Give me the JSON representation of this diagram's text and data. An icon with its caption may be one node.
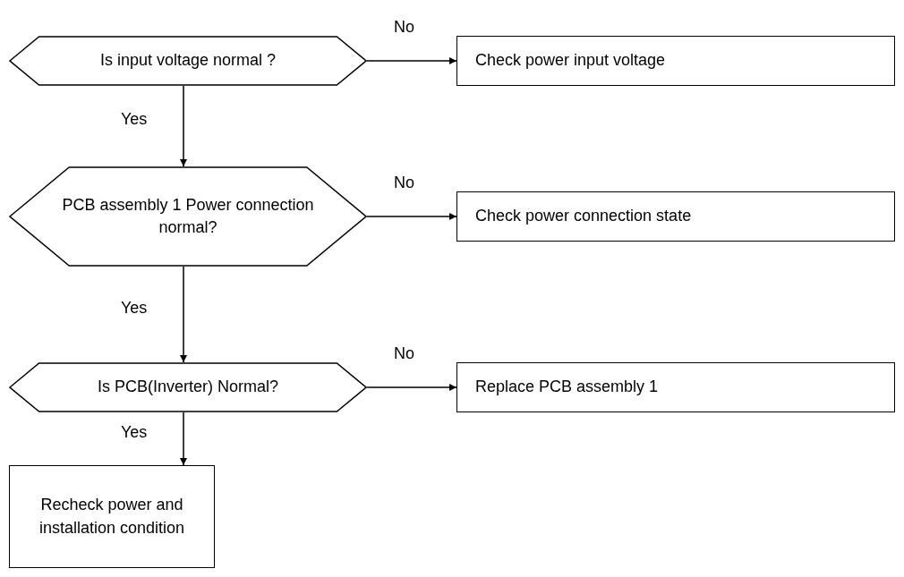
{
  "diagram": {
    "nodes": [
      {
        "text": [
          "Is input voltage normal ?"
        ]
      },
      {
        "text": [
          "Check power input voltage"
        ]
      },
      {
        "text": [
          "PCB assembly 1 Power connection normal?"
        ]
      },
      {
        "text": [
          "Check power connection state"
        ]
      },
      {
        "text": [
          "Is PCB(Inverter) Normal?"
        ]
      },
      {
        "text": [
          "Replace PCB assembly 1"
        ]
      },
      {
        "text": [
          "Recheck power and installation condition"
        ]
      }
    ],
    "edges": [
      {
        "from": 0,
        "to": 1,
        "arrow": "to",
        "label": "No"
      },
      {
        "from": 0,
        "to": 2,
        "arrow": "to",
        "label": "Yes"
      },
      {
        "from": 2,
        "to": 3,
        "arrow": "to",
        "label": "No"
      },
      {
        "from": 2,
        "to": 4,
        "arrow": "to",
        "label": "Yes"
      },
      {
        "from": 4,
        "to": 5,
        "arrow": "to",
        "label": "No"
      },
      {
        "from": 4,
        "to": 6,
        "arrow": "to",
        "label": "Yes"
      }
    ]
  }
}
